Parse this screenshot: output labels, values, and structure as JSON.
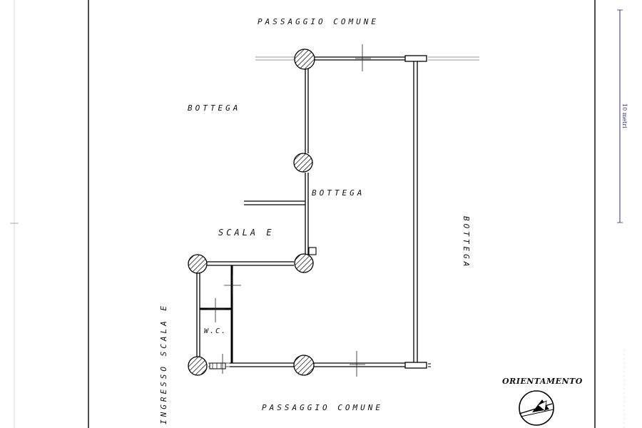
{
  "labels": {
    "passaggio_top": "PASSAGGIO COMUNE",
    "passaggio_bottom": "PASSAGGIO COMUNE",
    "bottega_left": "BOTTEGA",
    "bottega_center": "BOTTEGA",
    "bottega_right": "BOTTEGA",
    "scala": "SCALA E",
    "wc": "W.C.",
    "ingresso": "INGRESSO SCALA E",
    "orientamento": "ORIENTAMENTO",
    "scale_bar": "10 metri"
  },
  "colors": {
    "ink": "#000000",
    "scale_bar": "#2d2d9a",
    "background": "#ffffff"
  }
}
